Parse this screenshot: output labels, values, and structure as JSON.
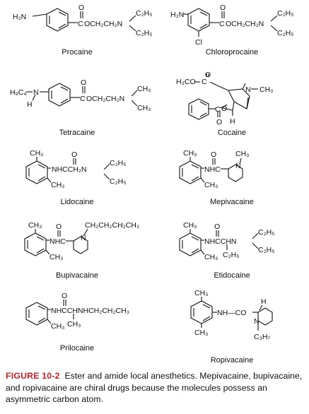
{
  "figure": {
    "caption_label": "FIGURE 10-2",
    "caption_text": "Ester and amide local anesthetics. Mepivacaine, bupivacaine, and ropivacaine are chiral drugs because the molecules possess an asymmetric carbon atom."
  },
  "compounds": {
    "procaine": {
      "name": "Procaine",
      "labels": [
        "H₂N",
        "O",
        "C",
        "OCH₂CH₂N",
        "C₂H₅",
        "C₂H₅"
      ]
    },
    "chloroprocaine": {
      "name": "Chloroprocaine",
      "labels": [
        "H₂N",
        "Cl",
        "O",
        "C",
        "OCH₂CH₂N",
        "C₂H₅",
        "C₂H₅"
      ]
    },
    "tetracaine": {
      "name": "Tetracaine",
      "labels": [
        "H₉C₄",
        "N",
        "H",
        "O",
        "C",
        "OCH₂CH₂N",
        "CH₃",
        "CH₃"
      ]
    },
    "cocaine": {
      "name": "Cocaine",
      "labels": [
        "H₃CO",
        "C",
        "O",
        "N",
        "CH₃",
        "C",
        "O",
        "O",
        "H"
      ]
    },
    "lidocaine": {
      "name": "Lidocaine",
      "labels": [
        "CH₃",
        "NHCCH₂N",
        "O",
        "C₂H₅",
        "C₂H₅",
        "CH₃"
      ]
    },
    "mepivacaine": {
      "name": "Mepivacaine",
      "labels": [
        "CH₃",
        "NHC",
        "O",
        "N",
        "CH₃",
        "CH₃"
      ]
    },
    "bupivacaine": {
      "name": "Bupivacaine",
      "labels": [
        "CH₃",
        "NHC",
        "O",
        "N",
        "CH₂CH₂CH₂CH₃",
        "CH₃"
      ]
    },
    "etidocaine": {
      "name": "Etidocaine",
      "labels": [
        "CH₃",
        "NHCCHN",
        "O",
        "C₂H₅",
        "C₂H₅",
        "CH₃",
        "C₂H₅"
      ]
    },
    "prilocaine": {
      "name": "Prilocaine",
      "labels": [
        "NHCCHNHCH₂CH₂CH₃",
        "O",
        "CH₃",
        "CH₃"
      ]
    },
    "ropivacaine": {
      "name": "Ropivacaine",
      "labels": [
        "CH₃",
        "NH—CO",
        "H",
        "N",
        "C₃H₇",
        "CH₃"
      ]
    }
  }
}
